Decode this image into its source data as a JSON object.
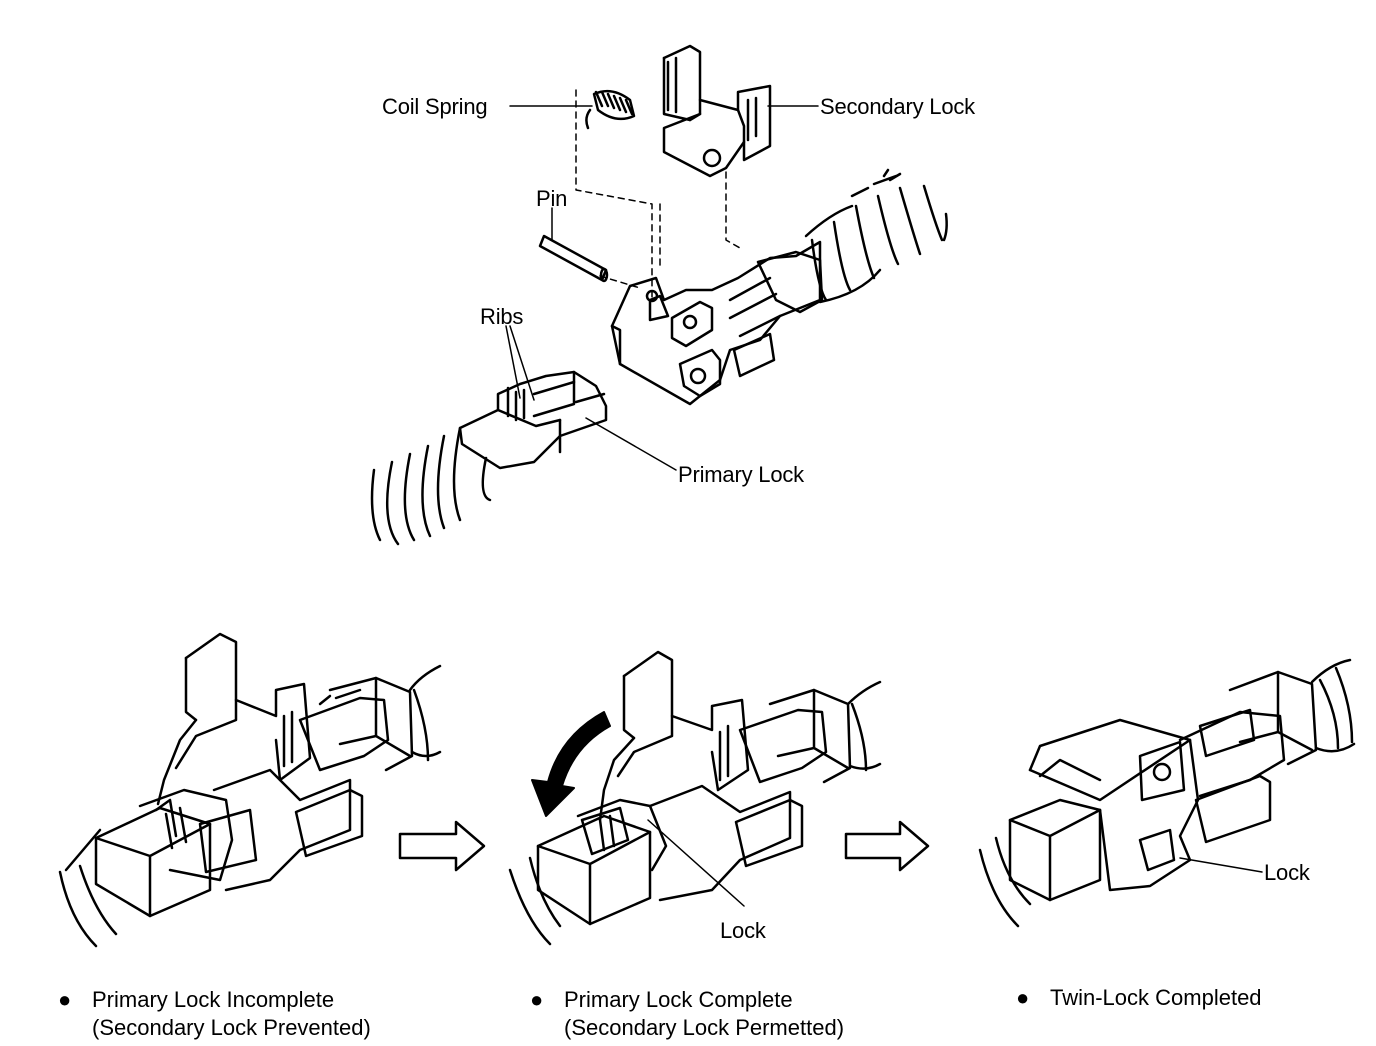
{
  "top_diagram": {
    "labels": {
      "coil_spring": "Coil Spring",
      "secondary_lock": "Secondary Lock",
      "pin": "Pin",
      "ribs": "Ribs",
      "primary_lock": "Primary Lock"
    }
  },
  "bottom_steps": [
    {
      "bullet": "●",
      "line1": "Primary Lock Incomplete",
      "line2": "(Secondary Lock Prevented)"
    },
    {
      "bullet": "●",
      "line1": "Primary Lock Complete",
      "line2": "(Secondary Lock Permetted)",
      "callout": "Lock"
    },
    {
      "bullet": "●",
      "line1": "Twin-Lock Completed",
      "line2": "",
      "callout": "Lock"
    }
  ],
  "icons": [
    "coil-spring-icon",
    "secondary-lock-icon",
    "pin-icon",
    "connector-icon",
    "arrow-right-icon",
    "curved-arrow-icon"
  ],
  "colors": {
    "ink": "#000000",
    "paper": "#ffffff"
  }
}
